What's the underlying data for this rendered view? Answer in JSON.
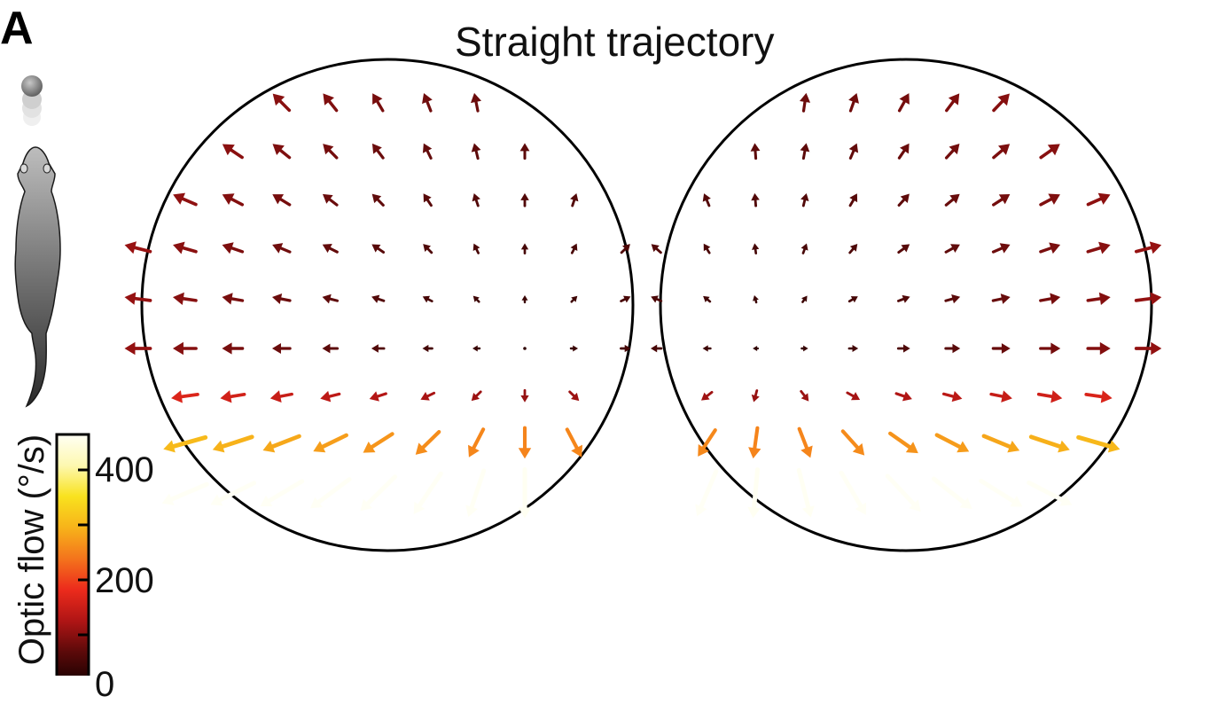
{
  "panel_label": "A",
  "title": "Straight trajectory",
  "colorbar": {
    "label": "Optic flow (°/s)",
    "ticks": [
      "400",
      "200",
      "0"
    ],
    "range": [
      0,
      450
    ],
    "colormap": [
      "#1a0000",
      "#5c0a0a",
      "#b01515",
      "#ec2b1c",
      "#f4741c",
      "#f7b31a",
      "#f9e21e",
      "#fdf8b0",
      "#fffff5"
    ]
  },
  "icons": {
    "mouse": "mouse-top-view-icon",
    "motion": "stacked-spheres-motion-icon"
  },
  "colors": {
    "outline": "#000000",
    "low_flow": "#3a0606",
    "high_flow": "#f5e21b"
  }
}
